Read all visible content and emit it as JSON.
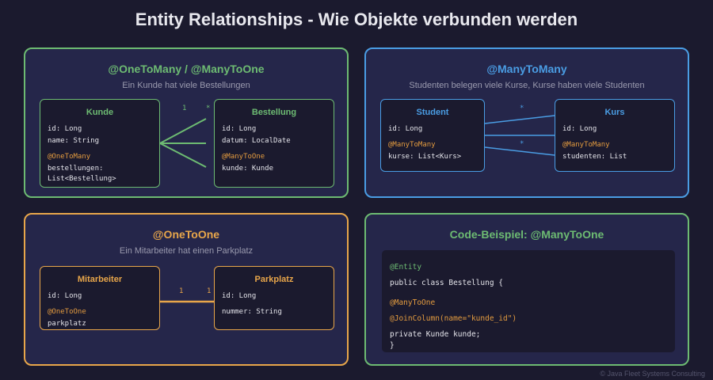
{
  "title": "Entity Relationships - Wie Objekte verbunden werden",
  "footer": "© Java Fleet Systems Consulting",
  "panels": {
    "one_to_many": {
      "title": "@OneToMany / @ManyToOne",
      "subtitle": "Ein Kunde hat viele Bestellungen",
      "left": {
        "name": "Kunde",
        "fields": [
          "id: Long",
          "name: String"
        ],
        "annotation": "@OneToMany",
        "rel_field": [
          "bestellungen:",
          "List<Bestellung>"
        ]
      },
      "right": {
        "name": "Bestellung",
        "fields": [
          "id: Long",
          "datum: LocalDate"
        ],
        "annotation": "@ManyToOne",
        "rel_field": [
          "kunde: Kunde"
        ]
      },
      "mult_left": "1",
      "mult_right": "*"
    },
    "many_to_many": {
      "title": "@ManyToMany",
      "subtitle": "Studenten belegen viele Kurse, Kurse haben viele Studenten",
      "left": {
        "name": "Student",
        "fields": [
          "id: Long"
        ],
        "annotation": "@ManyToMany",
        "rel_field": [
          "kurse: List<Kurs>"
        ]
      },
      "right": {
        "name": "Kurs",
        "fields": [
          "id: Long"
        ],
        "annotation": "@ManyToMany",
        "rel_field": [
          "studenten: List"
        ]
      },
      "mult_top": "*",
      "mult_bottom": "*"
    },
    "one_to_one": {
      "title": "@OneToOne",
      "subtitle": "Ein Mitarbeiter hat einen Parkplatz",
      "left": {
        "name": "Mitarbeiter",
        "fields": [
          "id: Long"
        ],
        "annotation": "@OneToOne",
        "rel_field": [
          "parkplatz"
        ]
      },
      "right": {
        "name": "Parkplatz",
        "fields": [
          "id: Long",
          "nummer: String"
        ]
      },
      "mult_left": "1",
      "mult_right": "1"
    },
    "code_example": {
      "title": "Code-Beispiel: @ManyToOne",
      "lines": [
        "@Entity",
        "public class Bestellung {",
        "@ManyToOne",
        "@JoinColumn(name=\"kunde_id\")",
        "private Kunde kunde;",
        "}"
      ]
    }
  },
  "colors": {
    "green": "#6dbb72",
    "blue": "#4a9de4",
    "orange": "#e8a64a",
    "annotation": "#e39b3f",
    "background": "#1b1a2e",
    "panel": "#25264a"
  }
}
